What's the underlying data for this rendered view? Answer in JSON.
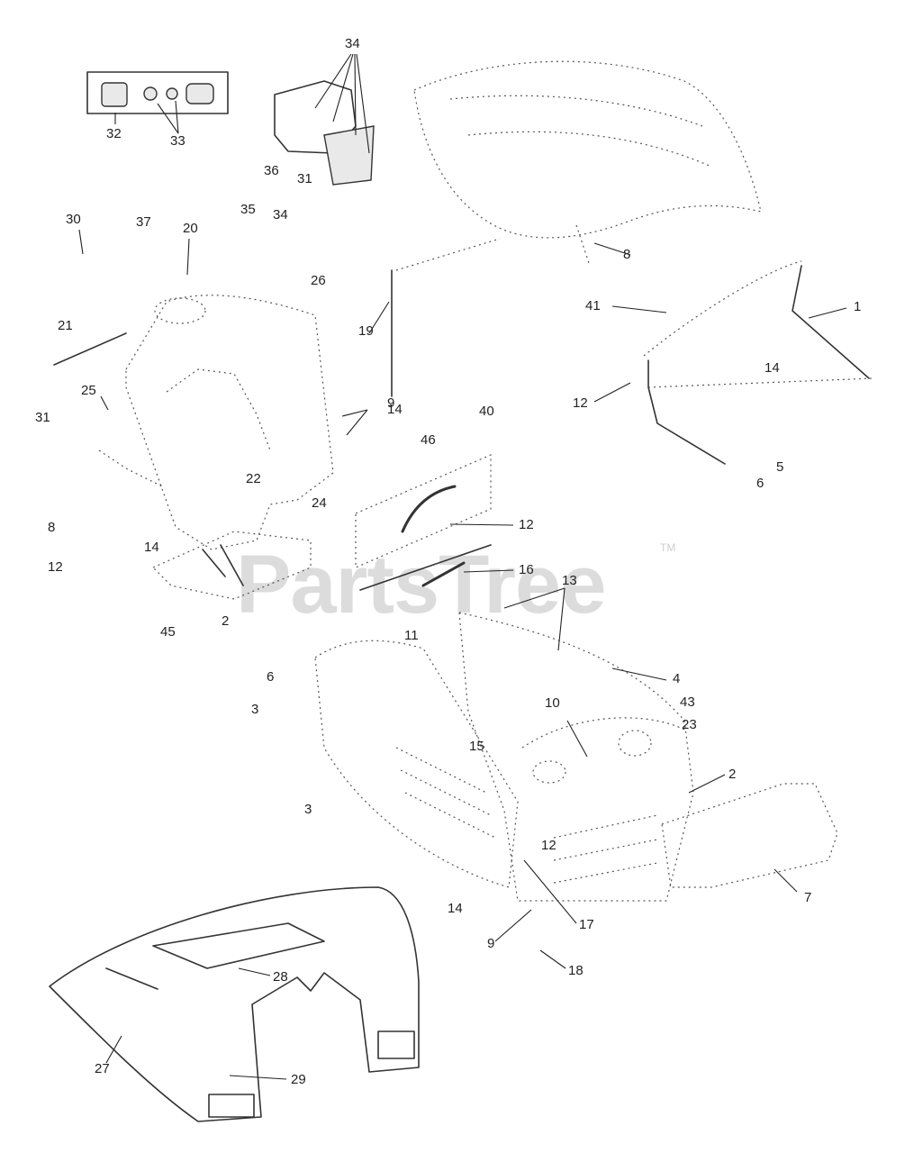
{
  "watermark": {
    "text": "PartsTree",
    "trademark": "TM"
  },
  "callouts": [
    "34",
    "32",
    "33",
    "36",
    "31",
    "30",
    "37",
    "20",
    "35",
    "34",
    "26",
    "21",
    "25",
    "14",
    "31",
    "8",
    "12",
    "14",
    "22",
    "24",
    "45",
    "2",
    "19",
    "9",
    "8",
    "41",
    "1",
    "12",
    "14",
    "5",
    "6",
    "40",
    "46",
    "12",
    "16",
    "13",
    "11",
    "4",
    "43",
    "23",
    "10",
    "6",
    "3",
    "15",
    "3",
    "2",
    "12",
    "14",
    "17",
    "7",
    "9",
    "18",
    "28",
    "27",
    "29"
  ]
}
